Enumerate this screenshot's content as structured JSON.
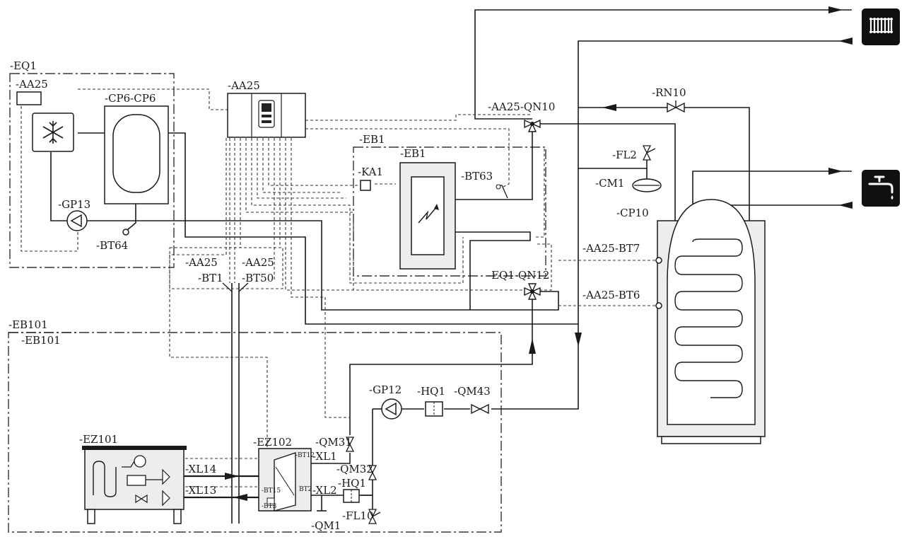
{
  "labels": {
    "eq1": "-EQ1",
    "eq1_aa25": "-AA25",
    "cp6": "-CP6-CP6",
    "gp13": "-GP13",
    "bt64": "-BT64",
    "aa25_main": "-AA25",
    "eb1_outer": "-EB1",
    "eb1_inner": "-EB1",
    "ka1": "-KA1",
    "bt63": "-BT63",
    "aa25_qn10": "-AA25-QN10",
    "rn10": "-RN10",
    "fl2": "-FL2",
    "cm1": "-CM1",
    "cp10": "-CP10",
    "aa25_bt7": "-AA25-BT7",
    "aa25_bt6": "-AA25-BT6",
    "eq1_qn12": "-EQ1-QN12",
    "bt1_a": "-AA25",
    "bt1_b": "-BT1",
    "bt50_a": "-AA25",
    "bt50_b": "-BT50",
    "eb101_outer": "-EB101",
    "eb101_inner": "-EB101",
    "gp12": "-GP12",
    "hq1_top": "-HQ1",
    "qm43": "-QM43",
    "ez101": "-EZ101",
    "ez102": "-EZ102",
    "xl14": "-XL14",
    "xl13": "-XL13",
    "xl1": "-XL1",
    "xl2": "-XL2",
    "qm31": "-QM31",
    "qm32": "-QM32",
    "hq1_bottom": "-HQ1",
    "fl10": "-FL10",
    "qm1": "-QM1",
    "bt12": "-BT12",
    "bt15": "-BT15",
    "bt3": "-BT3",
    "bt2": "BT2"
  },
  "icons": {
    "heating": "radiator-icon",
    "hot_water": "tap-icon",
    "cooling": "snowflake-icon"
  }
}
